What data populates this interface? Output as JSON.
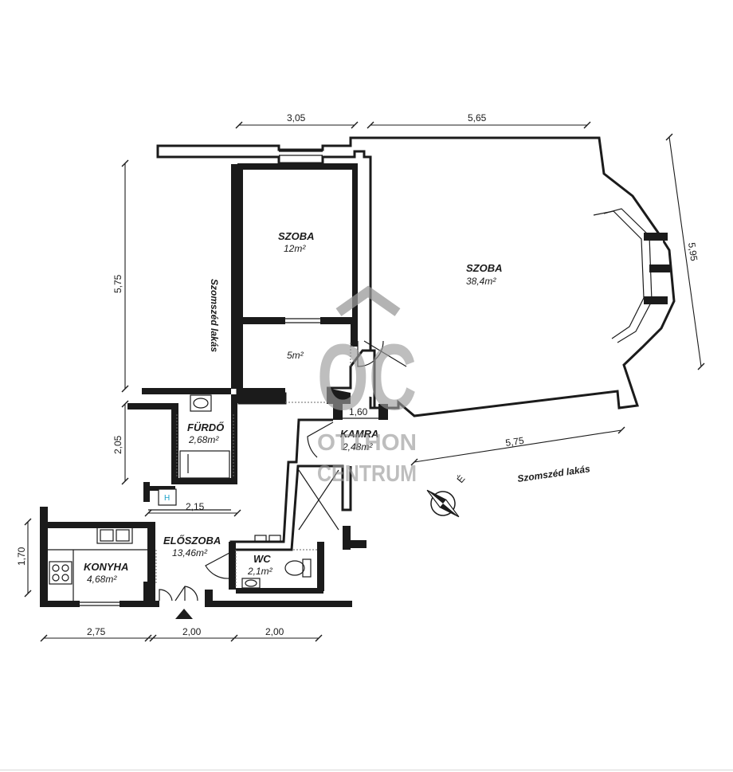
{
  "plan": {
    "rooms": [
      {
        "name": "SZOBA",
        "area": "12m²"
      },
      {
        "name": "SZOBA",
        "area": "38,4m²"
      },
      {
        "name": "",
        "area": "5m²"
      },
      {
        "name": "FÜRDŐ",
        "area": "2,68m²"
      },
      {
        "name": "KAMRA",
        "area": "2,48m²"
      },
      {
        "name": "ELŐSZOBA",
        "area": "13,46m²"
      },
      {
        "name": "WC",
        "area": "2,1m²"
      },
      {
        "name": "KONYHA",
        "area": "4,68m²"
      }
    ],
    "dimensions": {
      "top_left": "3,05",
      "top_right": "5,65",
      "left_height": "5,75",
      "right_diag": "5,95",
      "bath_height": "2,05",
      "hall_width": "2,15",
      "kamra_width": "1,60",
      "lower_diag": "5,75",
      "kitchen_height": "1,70",
      "bottom_1": "2,75",
      "bottom_2": "2,00",
      "bottom_3": "2,00"
    },
    "neighbours": {
      "left": "Szomszéd lakás",
      "right": "Szomszéd lakás"
    },
    "badge": "H",
    "watermark": {
      "monogram": "OC",
      "line1": "OTTHON",
      "line2": "CENTRUM"
    },
    "compass_label": "É"
  },
  "colors": {
    "ink": "#1b1b1b",
    "watermark": "#9a9a9a",
    "badge": "#18a0c8"
  }
}
